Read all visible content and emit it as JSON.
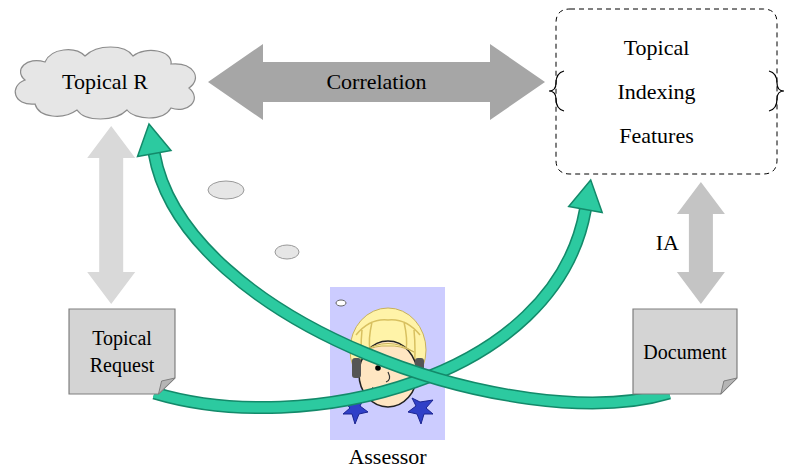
{
  "diagram": {
    "nodes": [
      {
        "text": [
          "Topical R"
        ]
      },
      {
        "text": [
          "Topical Indexing Features"
        ]
      },
      {
        "text": [
          "Topical Request"
        ]
      },
      {
        "text": [
          "Document"
        ]
      },
      {
        "text": [
          "Assessor"
        ]
      }
    ],
    "edges": [
      {
        "from": 0,
        "to": 1,
        "label": "Correlation",
        "arrow": "both"
      },
      {
        "from": 0,
        "to": 2,
        "arrow": "both"
      },
      {
        "from": 1,
        "to": 3,
        "label": "IA",
        "arrow": "both"
      },
      {
        "from": 2,
        "to": 1,
        "arrow": "to"
      },
      {
        "from": 3,
        "to": 0,
        "arrow": "to"
      }
    ]
  }
}
